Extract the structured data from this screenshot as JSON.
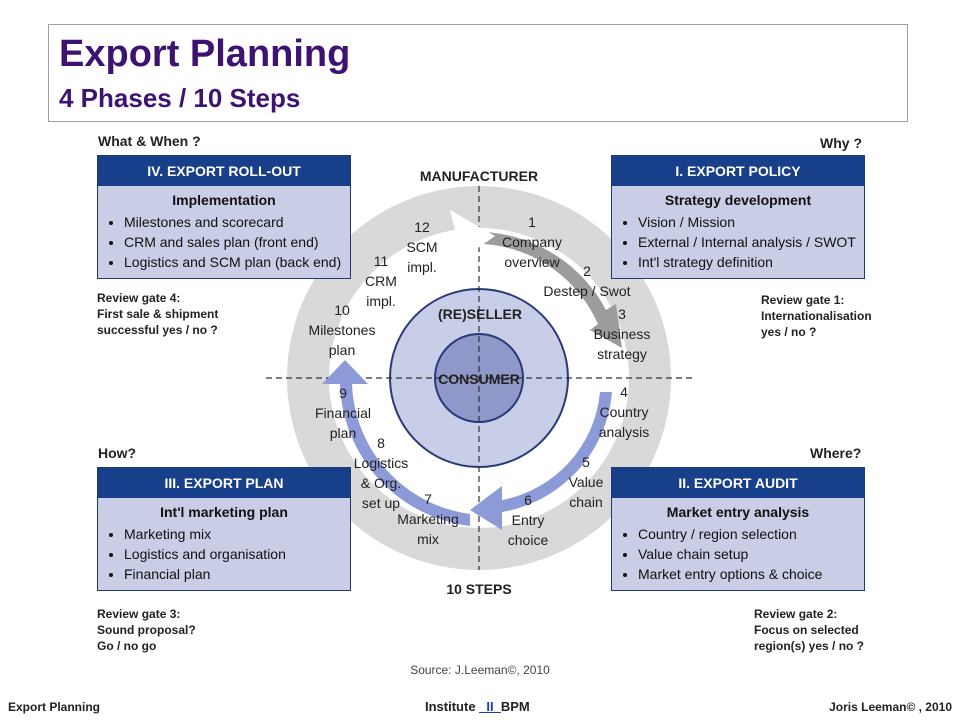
{
  "title": {
    "main": "Export Planning",
    "sub": "4 Phases / 10 Steps"
  },
  "corners": {
    "what_when": "What & When ?",
    "why": "Why ?",
    "how": "How?",
    "where": "Where?"
  },
  "panels": {
    "rollout": {
      "header": "IV. EXPORT ROLL-OUT",
      "subtitle": "Implementation",
      "items": [
        "Milestones and scorecard",
        "CRM and sales plan (front end)",
        "Logistics and SCM plan (back end)"
      ]
    },
    "policy": {
      "header": "I.  EXPORT POLICY",
      "subtitle": "Strategy development",
      "items": [
        "Vision / Mission",
        "External / Internal analysis / SWOT",
        "Int'l strategy definition"
      ]
    },
    "plan": {
      "header": "III.  EXPORT PLAN",
      "subtitle": "Int'l marketing plan",
      "items": [
        "Marketing mix",
        "Logistics and organisation",
        "Financial plan"
      ]
    },
    "audit": {
      "header": "II.  EXPORT AUDIT",
      "subtitle": "Market entry analysis",
      "items": [
        "Country / region selection",
        "Value chain setup",
        "Market entry options & choice"
      ]
    }
  },
  "gates": {
    "g4": [
      "Review gate 4:",
      "First sale & shipment",
      "successful yes / no ?"
    ],
    "g1": [
      "Review gate 1:",
      "Internationalisation",
      "yes / no ?"
    ],
    "g3": [
      "Review gate 3:",
      "Sound proposal?",
      "Go / no go"
    ],
    "g2": [
      "Review gate 2:",
      "Focus on selected",
      "region(s) yes / no ?"
    ]
  },
  "cycle": {
    "manufacturer": "MANUFACTURER",
    "steps_label": "10 STEPS",
    "reseller": "(RE)SELLER",
    "consumer": "CONSUMER",
    "steps": [
      {
        "lines": [
          "1",
          "Company",
          "overview"
        ]
      },
      {
        "lines": [
          "2",
          "Destep / Swot"
        ]
      },
      {
        "lines": [
          "3",
          "Business",
          "strategy"
        ]
      },
      {
        "lines": [
          "4",
          "Country",
          "analysis"
        ]
      },
      {
        "lines": [
          "5",
          "Value",
          "chain"
        ]
      },
      {
        "lines": [
          "6",
          "Entry",
          "choice"
        ]
      },
      {
        "lines": [
          "7",
          "Marketing",
          "mix"
        ]
      },
      {
        "lines": [
          "8",
          "Logistics",
          "& Org.",
          "set up"
        ]
      },
      {
        "lines": [
          "9",
          "Financial",
          "plan"
        ]
      },
      {
        "lines": [
          "10",
          "Milestones",
          "plan"
        ]
      },
      {
        "lines": [
          "11",
          "CRM",
          "impl."
        ]
      },
      {
        "lines": [
          "12",
          "SCM",
          "impl."
        ]
      }
    ]
  },
  "source": "Source: J.Leeman©, 2010",
  "footer": {
    "left": "Export Planning",
    "center_prefix": "Institute ",
    "center_mid": "_II_",
    "center_suffix": "BPM",
    "right": "Joris Leeman© , 2010"
  },
  "colors": {
    "title": "#3d1270",
    "panel_head": "#173f8a",
    "panel_body": "#c9cde6",
    "ring": "#d9d9d9",
    "inner": "#c8cde8",
    "consumer": "#8f98c8",
    "arrow_blue": "#8c9ad8",
    "arrow_gray": "#9c9c9c"
  }
}
